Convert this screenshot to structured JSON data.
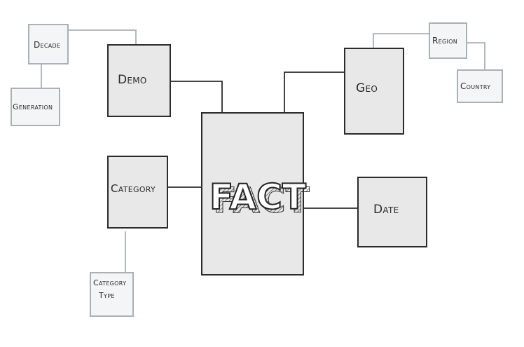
{
  "diagram": {
    "fact": {
      "label": "FACT"
    },
    "dimensions": {
      "demo": "Demo",
      "geo": "Geo",
      "category": "Category",
      "date": "Date"
    },
    "sub_dimensions": {
      "decade": "Decade",
      "generation": "Generation",
      "region": "Region",
      "country": "Country",
      "category_type_line1": "Category",
      "category_type_line2": "Type"
    },
    "colors": {
      "dimension_fill": "#e9e8e9",
      "dimension_stroke": "#2b2b2b",
      "sub_fill": "#f4f5f7",
      "sub_stroke": "#a9b1b4"
    }
  }
}
